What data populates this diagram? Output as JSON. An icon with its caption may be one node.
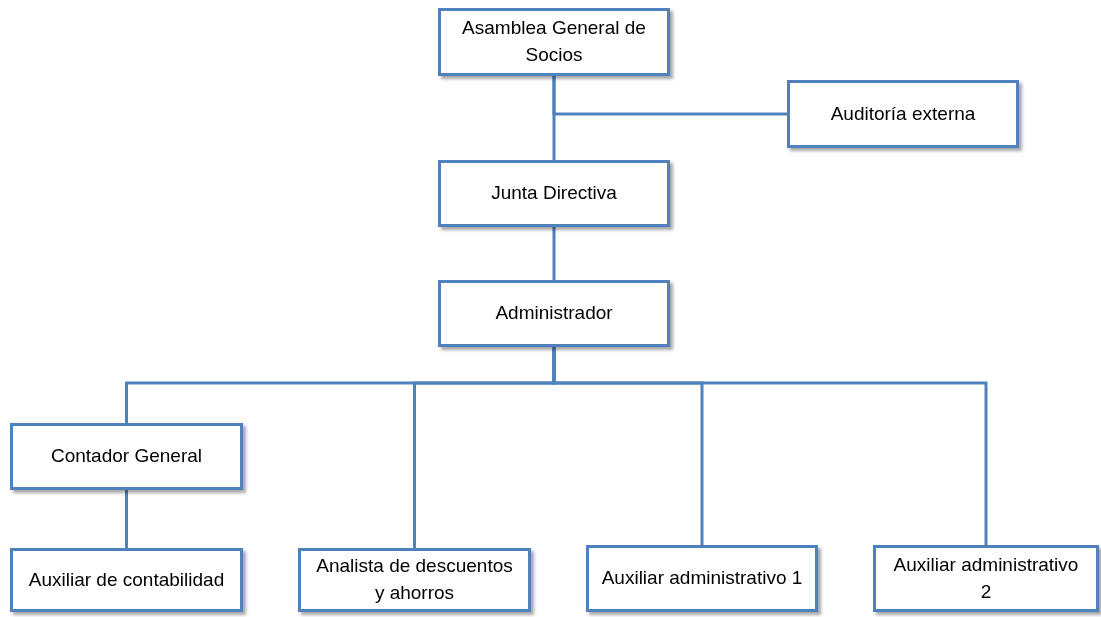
{
  "diagram": {
    "nodes": [
      {
        "text": [
          "Asamblea General de Socios"
        ]
      },
      {
        "text": [
          "Auditoría externa"
        ]
      },
      {
        "text": [
          "Junta Directiva"
        ]
      },
      {
        "text": [
          "Administrador"
        ]
      },
      {
        "text": [
          "Contador General"
        ]
      },
      {
        "text": [
          "Auxiliar de contabilidad"
        ]
      },
      {
        "text": [
          "Analista de descuentos y ahorros"
        ]
      },
      {
        "text": [
          "Auxiliar administrativo 1"
        ]
      },
      {
        "text": [
          "Auxiliar administrativo 2"
        ]
      }
    ],
    "edges": [
      {
        "from": 0,
        "to": 2,
        "arrow": "none"
      },
      {
        "from": 0,
        "to": 1,
        "arrow": "none"
      },
      {
        "from": 2,
        "to": 3,
        "arrow": "none"
      },
      {
        "from": 3,
        "to": 4,
        "arrow": "none"
      },
      {
        "from": 3,
        "to": 6,
        "arrow": "none"
      },
      {
        "from": 3,
        "to": 7,
        "arrow": "none"
      },
      {
        "from": 3,
        "to": 8,
        "arrow": "none"
      },
      {
        "from": 4,
        "to": 5,
        "arrow": "none"
      }
    ]
  }
}
